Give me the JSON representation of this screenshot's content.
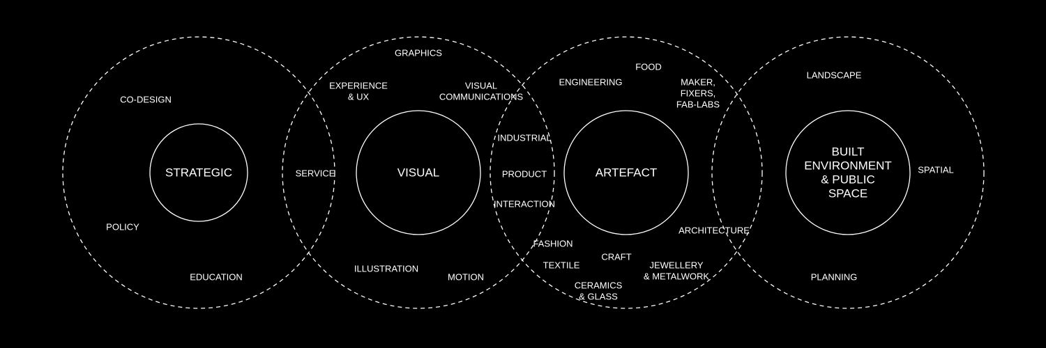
{
  "colors": {
    "background": "#000000",
    "line": "#ffffff"
  },
  "domains": [
    {
      "id": "strategic",
      "core": [
        "STRATEGIC"
      ]
    },
    {
      "id": "visual",
      "core": [
        "VISUAL"
      ]
    },
    {
      "id": "artefact",
      "core": [
        "ARTEFACT"
      ]
    },
    {
      "id": "built-environment",
      "core": [
        "BUILT",
        "ENVIRONMENT",
        "& PUBLIC",
        "SPACE"
      ]
    }
  ],
  "terms": [
    {
      "id": "co-design",
      "lines": [
        "CO-DESIGN"
      ]
    },
    {
      "id": "policy",
      "lines": [
        "POLICY"
      ]
    },
    {
      "id": "education",
      "lines": [
        "EDUCATION"
      ]
    },
    {
      "id": "service",
      "lines": [
        "SERVICE"
      ]
    },
    {
      "id": "graphics",
      "lines": [
        "GRAPHICS"
      ]
    },
    {
      "id": "experience-ux",
      "lines": [
        "EXPERIENCE",
        "& UX"
      ]
    },
    {
      "id": "visual-communications",
      "lines": [
        "VISUAL",
        "COMMUNICATIONS"
      ]
    },
    {
      "id": "illustration",
      "lines": [
        "ILLUSTRATION"
      ]
    },
    {
      "id": "motion",
      "lines": [
        "MOTION"
      ]
    },
    {
      "id": "industrial",
      "lines": [
        "INDUSTRIAL"
      ]
    },
    {
      "id": "product",
      "lines": [
        "PRODUCT"
      ]
    },
    {
      "id": "interaction",
      "lines": [
        "INTERACTION"
      ]
    },
    {
      "id": "fashion",
      "lines": [
        "FASHION"
      ]
    },
    {
      "id": "textile",
      "lines": [
        "TEXTILE"
      ]
    },
    {
      "id": "engineering",
      "lines": [
        "ENGINEERING"
      ]
    },
    {
      "id": "food",
      "lines": [
        "FOOD"
      ]
    },
    {
      "id": "maker-fixers-fab-labs",
      "lines": [
        "MAKER,",
        "FIXERS,",
        "FAB-LABS"
      ]
    },
    {
      "id": "craft",
      "lines": [
        "CRAFT"
      ]
    },
    {
      "id": "ceramics-glass",
      "lines": [
        "CERAMICS",
        "& GLASS"
      ]
    },
    {
      "id": "jewellery-metalwork",
      "lines": [
        "JEWELLERY",
        "& METALWORK"
      ]
    },
    {
      "id": "architecture",
      "lines": [
        "ARCHITECTURE"
      ]
    },
    {
      "id": "landscape",
      "lines": [
        "LANDSCAPE"
      ]
    },
    {
      "id": "spatial",
      "lines": [
        "SPATIAL"
      ]
    },
    {
      "id": "planning",
      "lines": [
        "PLANNING"
      ]
    }
  ]
}
